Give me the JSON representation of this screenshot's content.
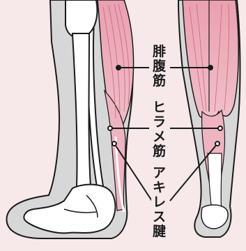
{
  "labels": {
    "gastrocnemius": [
      "腓",
      "腹",
      "筋"
    ],
    "soleus": [
      "ヒ",
      "ラ",
      "メ",
      "筋"
    ],
    "achilles": [
      "ア",
      "キ",
      "レ",
      "ス",
      "腱"
    ]
  },
  "colors": {
    "background": "#f7e8ea",
    "skin": "#d7d7d7",
    "muscle": "#e9a6b4",
    "bone": "#ffffff",
    "outline": "#1a1a1a"
  }
}
